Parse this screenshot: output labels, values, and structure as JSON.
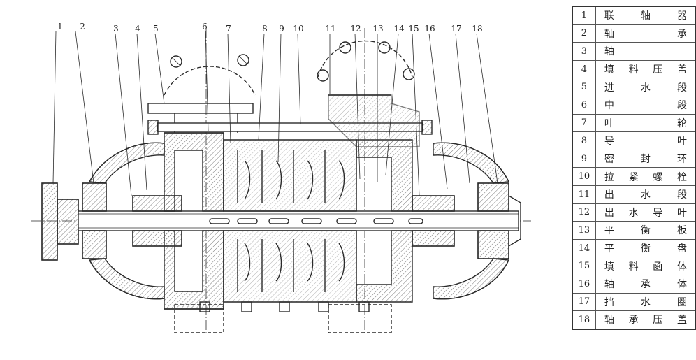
{
  "callouts": [
    "1",
    "2",
    "3",
    "4",
    "5",
    "6",
    "7",
    "8",
    "9",
    "10",
    "11",
    "12",
    "13",
    "14",
    "15",
    "16",
    "17",
    "18"
  ],
  "parts": [
    {
      "num": "1",
      "name": "联轴器"
    },
    {
      "num": "2",
      "name": "轴承"
    },
    {
      "num": "3",
      "name": "轴"
    },
    {
      "num": "4",
      "name": "填料压盖"
    },
    {
      "num": "5",
      "name": "进水段"
    },
    {
      "num": "6",
      "name": "中段"
    },
    {
      "num": "7",
      "name": "叶轮"
    },
    {
      "num": "8",
      "name": "导叶"
    },
    {
      "num": "9",
      "name": "密封环"
    },
    {
      "num": "10",
      "name": "拉紧螺栓"
    },
    {
      "num": "11",
      "name": "出水段"
    },
    {
      "num": "12",
      "name": "出水导叶"
    },
    {
      "num": "13",
      "name": "平衡板"
    },
    {
      "num": "14",
      "name": "平衡盘"
    },
    {
      "num": "15",
      "name": "填料函体"
    },
    {
      "num": "16",
      "name": "轴承体"
    },
    {
      "num": "17",
      "name": "挡水圈"
    },
    {
      "num": "18",
      "name": "轴承压盖"
    }
  ],
  "colors": {
    "line": "#2a2a2a",
    "hatch": "#6a6a6a",
    "background": "#ffffff"
  }
}
